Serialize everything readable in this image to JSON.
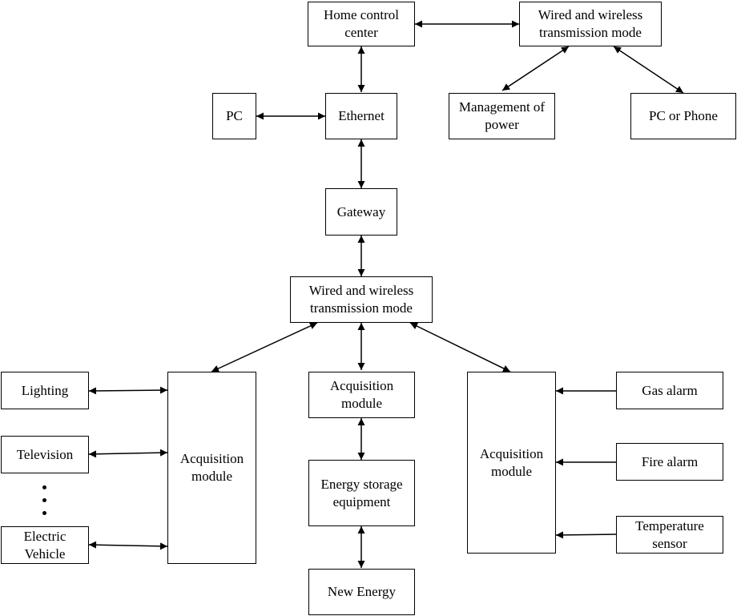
{
  "nodes": {
    "home_control_center": "Home control center",
    "wired_wireless_top": "Wired and wireless transmission mode",
    "pc": "PC",
    "ethernet": "Ethernet",
    "management_of_power": "Management of power",
    "pc_or_phone": "PC or Phone",
    "gateway": "Gateway",
    "wired_wireless_mid": "Wired and wireless transmission mode",
    "lighting": "Lighting",
    "television": "Television",
    "electric_vehicle": "Electric Vehicle",
    "acquisition_left": "Acquisition module",
    "acquisition_center": "Acquisition module",
    "energy_storage": "Energy storage equipment",
    "new_energy": "New Energy",
    "acquisition_right": "Acquisition module",
    "gas_alarm": "Gas alarm",
    "fire_alarm": "Fire alarm",
    "temperature_sensor": "Temperature sensor"
  }
}
